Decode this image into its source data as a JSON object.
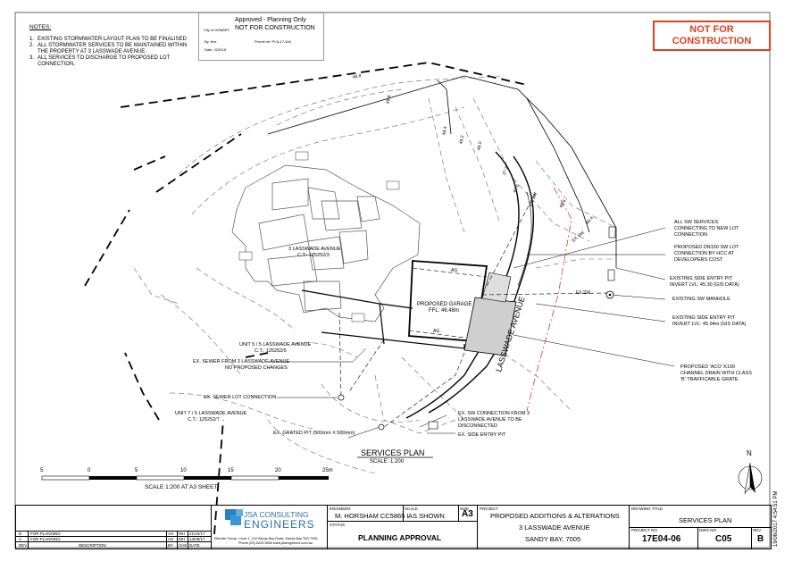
{
  "notes": {
    "title": "NOTES:",
    "items": [
      {
        "num": "1.",
        "text": "EXISTING STORMWATER LAYOUT PLAN TO BE FINALISED"
      },
      {
        "num": "2.",
        "text": "ALL STORMWATER SERVICES TO BE MAINTAINED WITHIN THE PROPERTY AT 3 LASSWADE AVENUE."
      },
      {
        "num": "3.",
        "text": "ALL SERVICES TO DISCHARGE TO PROPOSED LOT CONNECTION."
      }
    ]
  },
  "stamp": {
    "org": "City of HOBART",
    "line1": "Approved - Planning Only",
    "line2": "NOT FOR CONSTRUCTION",
    "by": "By: bris",
    "permit": "Permit ref: PLN-17-644",
    "date": "Date: 22/5/18"
  },
  "warning": {
    "line1": "NOT FOR",
    "line2": "CONSTRUCTION"
  },
  "plan": {
    "title": "SERVICES PLAN",
    "scale_label": "SCALE: 1:200",
    "street": "LASSWADE AVENUE",
    "lot_label_1": "3 LASSWADE AVENUE",
    "lot_label_2": "C.T.: 125252/3",
    "garage_label_1": "PROPOSED GARAGE",
    "garage_label_2": "FFL: 46.48m",
    "unit5_1": "UNIT 5 / 5 LASSWADE AVENUE",
    "unit5_2": "C.T.: 125252/5",
    "unit7_1": "UNIT 7 / 5 LASSWADE AVENUE",
    "unit7_2": "C.T.: 125252/7",
    "ex_sewer_1": "EX. SEWER FROM 3 LASSWADE AVENUE",
    "ex_sewer_2": "NO PROPOSED CHANGES",
    "ex_sewer_lot": "EX. SEWER LOT CONNECTION",
    "ex_grated": "EX. GRATED PIT (500mm X 500mm)",
    "ex_sw_conn_1": "EX. SW CONNECTION FROM 3",
    "ex_sw_conn_2": "LASSWADE AVENUE TO BE",
    "ex_sw_conn_3": "DISCONNECTED",
    "ex_side_pit": "EX. SIDE ENTRY PIT",
    "callout1_1": "ALL SW SERVICES",
    "callout1_2": "CONNECTING TO NEW LOT",
    "callout1_3": "CONNECTION",
    "callout2_1": "PROPOSED DN150 SW LOT",
    "callout2_2": "CONNECTION BY HCC AT",
    "callout2_3": "DEVELOPERS COST",
    "callout3_1": "EXISTING SIDE ENTRY PIT",
    "callout3_2": "INVERT LVL: 45.30 (GIS DATA)",
    "callout4": "EXISTING SW MANHOLE",
    "callout5_1": "EXISTING SIDE ENTRY PIT",
    "callout5_2": "INVERT LVL: 45.94m (GIS DATA)",
    "callout6_1": "PROPOSED 'ACO' K100",
    "callout6_2": "CHANNEL DRAIN WITH CLASS",
    "callout6_3": "'B' TRAFFICABLE GRATE",
    "contours": [
      "48.8",
      "48.6",
      "48.4",
      "48.2",
      "48.0",
      "47.2",
      "47.0",
      "46.6",
      "46.4"
    ],
    "sw_tag": "EX SW",
    "ag_tag": "AG",
    "north": "N"
  },
  "scale_bar": {
    "ticks": [
      "5",
      "0",
      "5",
      "10",
      "15",
      "20",
      "25m"
    ],
    "caption": "SCALE 1:200 AT A3 SHEET"
  },
  "title_block": {
    "revisions": [
      {
        "rev": "B",
        "desc": "FOR PLANNING",
        "by": "AH",
        "chk": "MH",
        "date": "21/10/17"
      },
      {
        "rev": "A",
        "desc": "FOR PLANNING",
        "by": "AH",
        "chk": "MH",
        "date": "13/09/17"
      }
    ],
    "rev_headers": {
      "rev": "REV",
      "desc": "DESCRIPTION",
      "by": "BY",
      "chk": "CHK",
      "date": "DATE"
    },
    "company_line1": "JSA CONSULTING",
    "company_line2": "ENGINEERS",
    "company_address": "Ellerslie House, Level 1, 118 Sandy Bay Road, Sandy Bay TAS 7005",
    "company_contact": "Phone (03) 6224 9826   www.jsaengineers.com.au",
    "engineer_label": "ENGINEER",
    "engineer": "M. HORSHAM CC5865 I",
    "scale_label": "SCALE",
    "scale": "AS SHOWN",
    "size_label": "SIZE",
    "size": "A3",
    "status_label": "STATUS",
    "status": "PLANNING APPROVAL",
    "project_label": "PROJECT",
    "project_1": "PROPOSED ADDITIONS & ALTERATIONS",
    "project_2": "3 LASSWADE AVENUE",
    "project_3": "SANDY BAY, 7005",
    "drawing_title_label": "DRAWING TITLE",
    "drawing_title": "SERVICES PLAN",
    "project_no_label": "PROJECT NO",
    "project_no": "17E04-06",
    "dwg_no_label": "DWG NO",
    "dwg_no": "C05",
    "rev_label": "REV",
    "rev": "B"
  },
  "plot_stamp": "19/06/2017 4:54:51 PM",
  "colors": {
    "warning": "#e0401a",
    "boundary_red": "#e03030",
    "logo_blue": "#2a7fbf"
  }
}
